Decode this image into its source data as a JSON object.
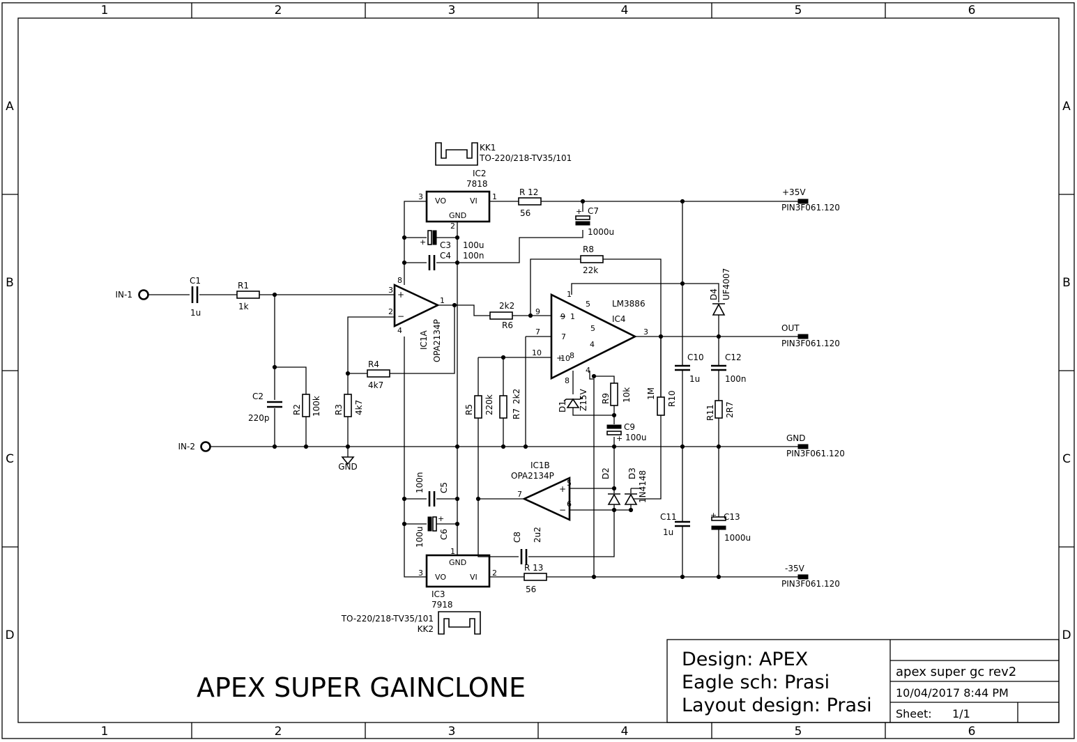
{
  "frame": {
    "columns": [
      "1",
      "2",
      "3",
      "4",
      "5",
      "6"
    ],
    "rows": [
      "A",
      "B",
      "C",
      "D"
    ]
  },
  "title": "APEX SUPER GAINCLONE",
  "title_block": {
    "design": "Design: APEX",
    "eagle": "Eagle sch: Prasi",
    "layout": "Layout design: Prasi",
    "file": "apex super gc rev2",
    "date": "10/04/2017 8:44 PM",
    "sheet_label": "Sheet:",
    "sheet_value": "1/1"
  },
  "ports": {
    "in1": "IN-1",
    "in2": "IN-2",
    "p35": "+35V",
    "n35": "-35V",
    "out": "OUT",
    "gnd": "GND",
    "gnd_sym": "GND",
    "pin": "PIN3F061.120"
  },
  "heatsinks": {
    "kk1_name": "KK1",
    "kk1_pkg": "TO-220/218-TV35/101",
    "kk2_name": "KK2",
    "kk2_pkg": "TO-220/218-TV35/101"
  },
  "ics": {
    "ic2_name": "IC2",
    "ic2_val": "7818",
    "ic3_name": "IC3",
    "ic3_val": "7918",
    "ic1a_name": "IC1A",
    "ic1a_val": "OPA2134P",
    "ic1b_name": "IC1B",
    "ic1b_val": "OPA2134P",
    "ic4_name": "IC4",
    "ic4_val": "LM3886",
    "vo": "VO",
    "vi": "VI",
    "gnd": "GND"
  },
  "resistors": {
    "r1": "R1",
    "r1v": "1k",
    "r2": "R2",
    "r2v": "100k",
    "r3": "R3",
    "r3v": "4k7",
    "r4": "R4",
    "r4v": "4k7",
    "r5": "R5",
    "r5v": "220k",
    "r6": "R6",
    "r6v": "2k2",
    "r7": "R7",
    "r7v": "2k2",
    "r8": "R8",
    "r8v": "22k",
    "r9": "R9",
    "r9v": "10k",
    "r10": "R10",
    "r10v": "1M",
    "r11": "R11",
    "r11v": "2R7",
    "r12": "R 12",
    "r12v": "56",
    "r13": "R 13",
    "r13v": "56"
  },
  "capacitors": {
    "c1": "C1",
    "c1v": "1u",
    "c2": "C2",
    "c2v": "220p",
    "c3": "C3",
    "c3v": "100u",
    "c4": "C4",
    "c4v": "100n",
    "c5": "C5",
    "c5v": "100n",
    "c6": "C6",
    "c6v": "100u",
    "c7": "C7",
    "c7v": "1000u",
    "c8": "C8",
    "c8v": "2u2",
    "c9": "C9",
    "c9v": "100u",
    "c10": "C10",
    "c10v": "1u",
    "c11": "C11",
    "c11v": "1u",
    "c12": "C12",
    "c12v": "100n",
    "c13": "C13",
    "c13v": "1000u"
  },
  "diodes": {
    "d1": "D1",
    "d1v": "Z15V",
    "d2": "D2",
    "d3": "D3",
    "d3v": "1N4148",
    "d4": "D4",
    "d4v": "UF4007"
  }
}
